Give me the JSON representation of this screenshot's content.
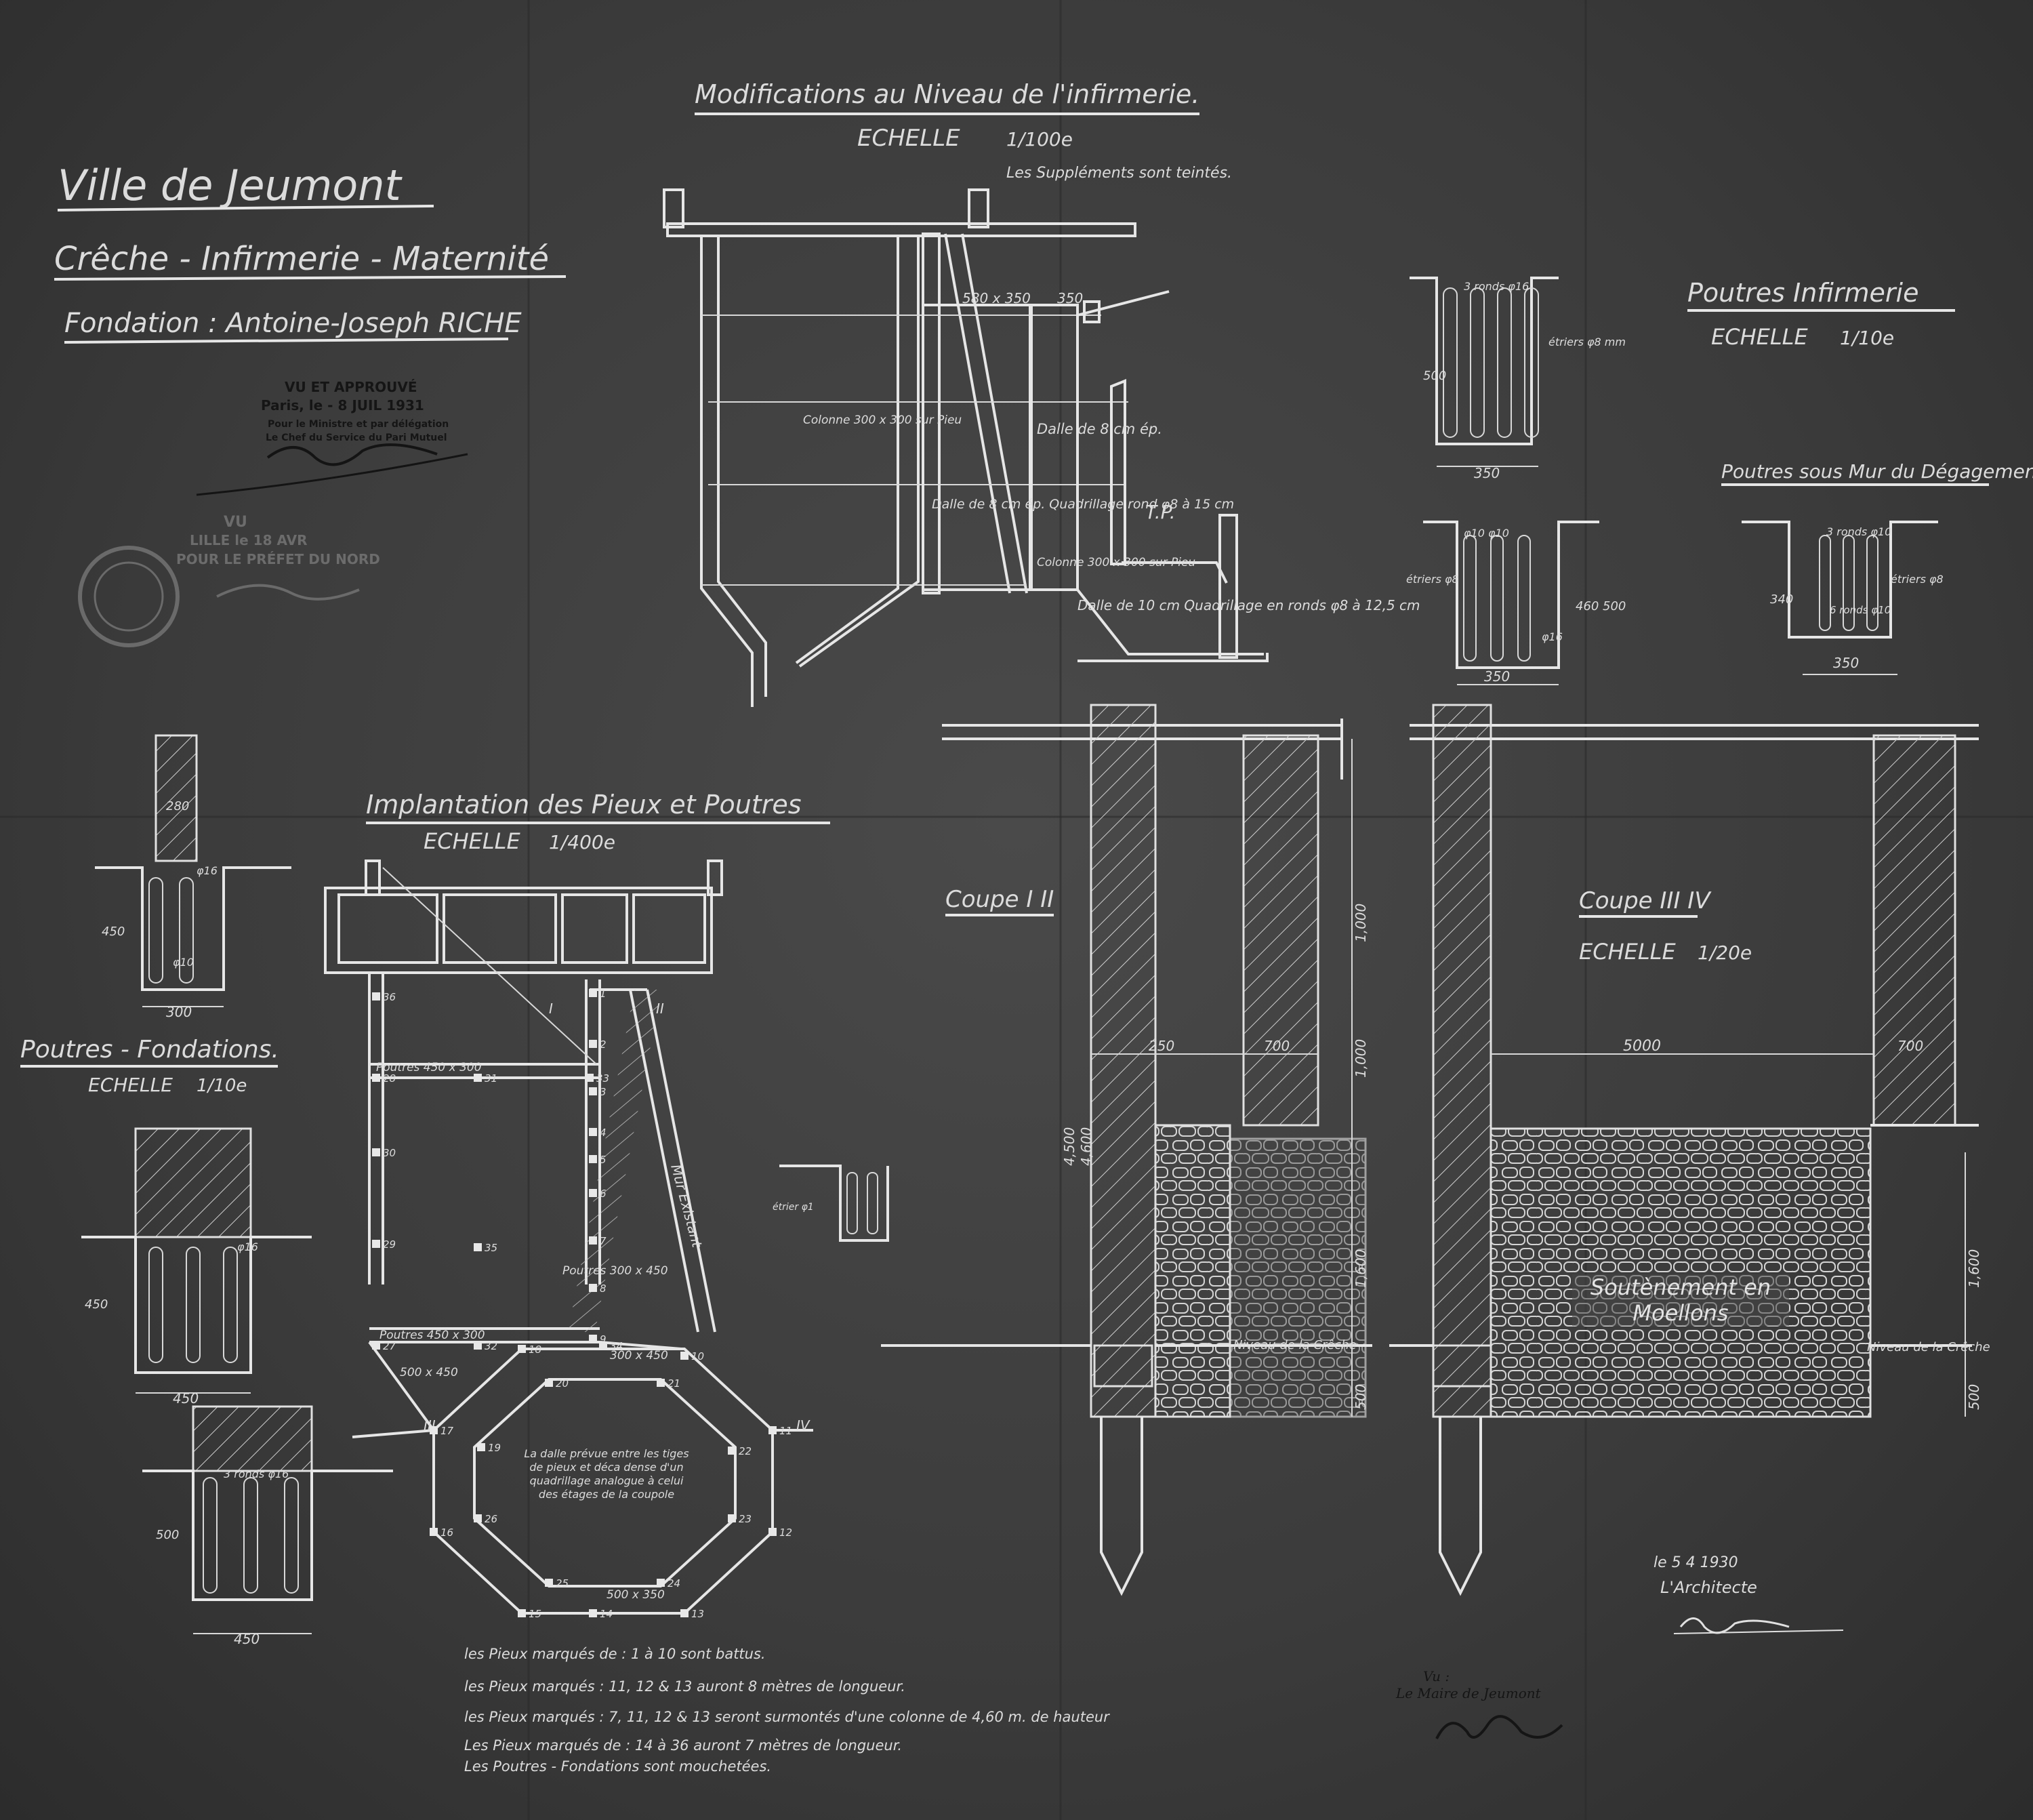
{
  "title": {
    "line1": "Ville de Jeumont",
    "line2": "Crêche - Infirmerie - Maternité",
    "line3": "Fondation : Antoine-Joseph RICHE"
  },
  "stamp_approved": {
    "line1": "VU ET APPROUVÉ",
    "line2": "Paris, le - 8 JUIL 1931",
    "line3": "Pour le Ministre et par délégation",
    "line4": "Le Chef du Service du Pari Mutuel"
  },
  "stamp_lille": {
    "line1": "VU",
    "line2": "LILLE le 18 AVR",
    "line3": "POUR LE PRÉFET DU NORD"
  },
  "section_modifications": {
    "title": "Modifications au Niveau de l'infirmerie.",
    "scale_label": "ECHELLE",
    "scale": "1/100e",
    "note": "Les Suppléments sont teintés.",
    "labels": {
      "dim1": "580 x 350",
      "dim2": "350",
      "colonne1": "Colonne 300 x 300 sur Pieu",
      "dalle1": "Dalle de 8 cm ép.",
      "dalle2": "Dalle de 8 cm ép. Quadrillage rond φ8 à 15 cm",
      "colonne2": "Colonne 300 x 300 sur Pieu",
      "dalle3": "Dalle de 10 cm Quadrillage en ronds φ8 à 12,5 cm",
      "tp": "T.P."
    }
  },
  "section_poutres_infirmerie": {
    "title": "Poutres Infirmerie",
    "scale_label": "ECHELLE",
    "scale": "1/10e",
    "labels": {
      "ronds": "3 ronds φ16",
      "etriers": "étriers φ8 mm",
      "h": "500",
      "w": "350"
    }
  },
  "section_poutres_degagement": {
    "title": "Poutres sous Mur du Dégagement",
    "labels": {
      "ronds_top": "φ10  φ10",
      "etriers": "étriers φ8",
      "h1": "460",
      "h2": "500",
      "phi16": "φ16",
      "w1": "350",
      "ronds": "3 ronds φ10",
      "ronds_bottom": "6 ronds φ10",
      "etriers2": "étriers φ8",
      "h3": "340",
      "w2": "350"
    }
  },
  "section_implantation": {
    "title": "Implantation des Pieux et Poutres",
    "scale_label": "ECHELLE",
    "scale": "1/400e",
    "labels": {
      "poutres1": "Poutres 450 x 300",
      "poutres2": "Poutres 450 x 300",
      "poutres3": "Poutres 300 x 450",
      "dim_500_450": "500 x 450",
      "dim_300_450": "300 x 450",
      "dim_500_350": "500 x 350",
      "mur": "Mur Existant",
      "dalle_note": "La dalle prévue entre les tiges de pieux et déca dense d'un quadrillage analogue à celui des étages de la coupole",
      "sec1": "I",
      "sec2": "II",
      "sec3": "III",
      "sec4": "IV"
    },
    "pile_numbers": [
      "1",
      "2",
      "3",
      "4",
      "5",
      "6",
      "7",
      "8",
      "9",
      "10",
      "11",
      "12",
      "13",
      "14",
      "15",
      "16",
      "17",
      "18",
      "19",
      "20",
      "21",
      "22",
      "23",
      "24",
      "25",
      "26",
      "27",
      "28",
      "29",
      "30",
      "31",
      "32",
      "33",
      "34",
      "35",
      "36"
    ]
  },
  "section_poutres_fondations": {
    "title": "Poutres - Fondations.",
    "scale_label": "ECHELLE",
    "scale": "1/10e",
    "labels": {
      "top_w": "280",
      "phi16a": "φ16",
      "phi10": "φ10",
      "h1": "450",
      "w1": "300",
      "phi16b": "φ16",
      "h2": "450",
      "w2": "450",
      "ronds": "3 ronds φ16",
      "h3": "500",
      "w3": "450",
      "small_dim": "étrier φ1"
    }
  },
  "section_coupe_1_2": {
    "title": "Coupe I II",
    "labels": {
      "d250": "250",
      "d700": "700",
      "d1000a": "1,000",
      "d1000b": "1,000",
      "d1600": "1,600",
      "d4500": "4,500",
      "d4600": "4,600",
      "d500": "500",
      "niveau": "Niveau de la Crêche"
    }
  },
  "section_coupe_3_4": {
    "title": "Coupe III IV",
    "scale_label": "ECHELLE",
    "scale": "1/20e",
    "labels": {
      "d5000": "5000",
      "d700": "700",
      "d1600": "1,600",
      "d500": "500",
      "soutenement": "Soutènement en Moellons",
      "niveau": "Niveau de la Crêche"
    }
  },
  "notes": [
    "les Pieux marqués de : 1 à 10 sont battus.",
    "les Pieux marqués : 11, 12 & 13 auront 8 mètres de longueur.",
    "les Pieux marqués : 7, 11, 12 & 13 seront surmontés d'une colonne de 4,60 m. de hauteur",
    "Les Pieux marqués de : 14 à 36 auront 7 mètres de longueur.",
    "Les Poutres - Fondations sont mouchetées."
  ],
  "signature_architect": {
    "date": "le 5 4 1930",
    "role": "L'Architecte"
  },
  "signature_mayor": {
    "line1": "Vu :",
    "line2": "Le Maire de Jeumont"
  }
}
